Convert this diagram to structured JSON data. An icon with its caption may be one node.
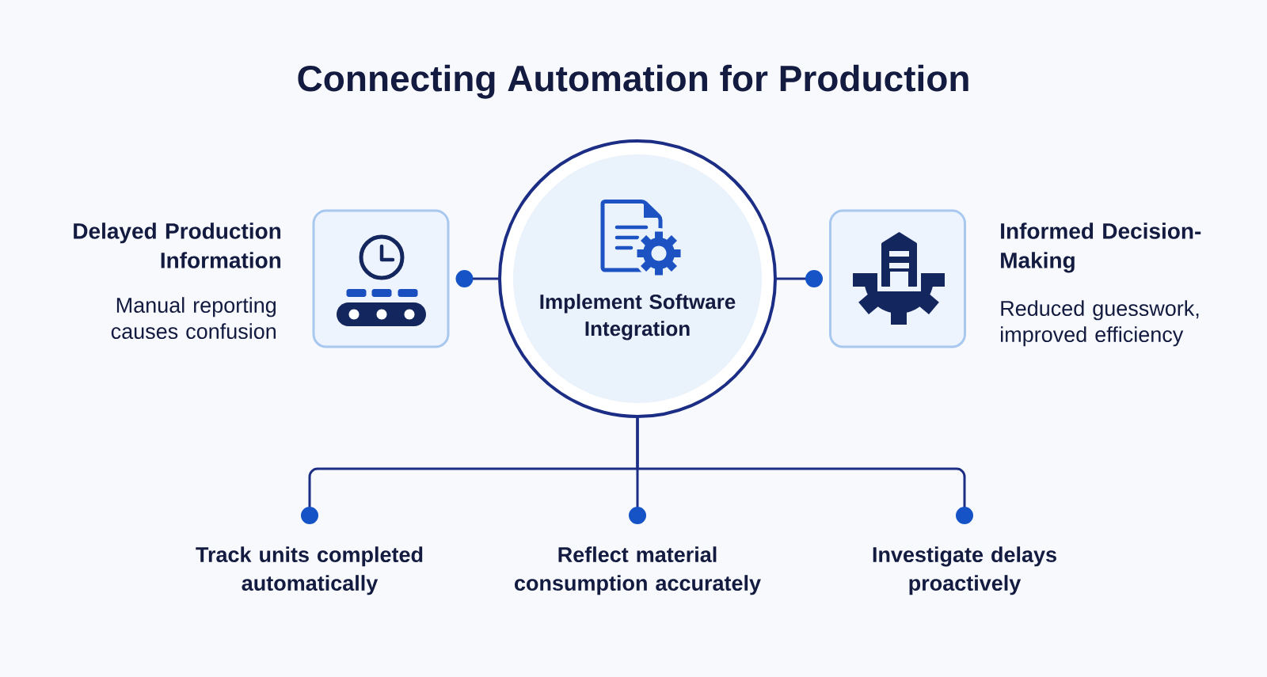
{
  "diagram": {
    "title": "Connecting Automation for Production",
    "nodes": [
      {
        "text": [
          "Delayed Production Information",
          "Manual reporting causes confusion"
        ]
      },
      {
        "text": [
          "Implement Software Integration"
        ]
      },
      {
        "text": [
          "Informed Decision-Making",
          "Reduced guesswork, improved efficiency"
        ]
      },
      {
        "text": [
          "Track units completed automatically"
        ]
      },
      {
        "text": [
          "Reflect material consumption accurately"
        ]
      },
      {
        "text": [
          "Investigate delays proactively"
        ]
      }
    ],
    "edges": [
      {
        "from": 1,
        "to": 0,
        "arrow": "other"
      },
      {
        "from": 1,
        "to": 2,
        "arrow": "other"
      },
      {
        "from": 1,
        "to": 3,
        "arrow": "other"
      },
      {
        "from": 1,
        "to": 4,
        "arrow": "other"
      },
      {
        "from": 1,
        "to": 5,
        "arrow": "other"
      }
    ]
  }
}
